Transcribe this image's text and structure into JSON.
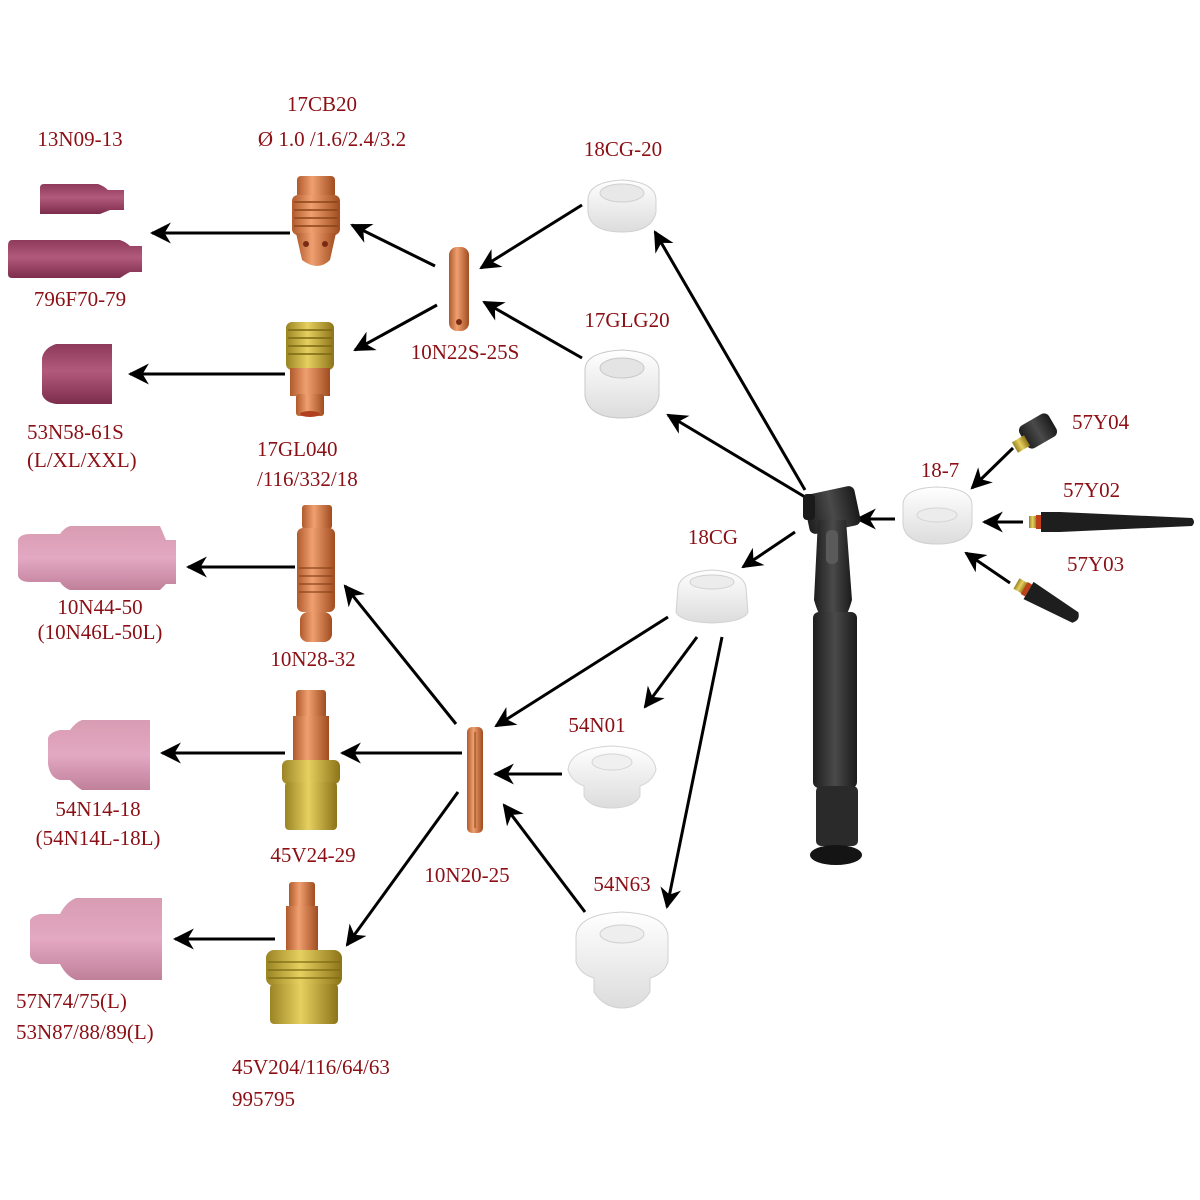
{
  "title": "WP-17/18/26 TIG torch consumables accessory kit diagram",
  "colors": {
    "label": "#8b0f14",
    "arrow": "#000000",
    "ceramic_pink": "#c8849a",
    "ceramic_maroon": "#a24a68",
    "copper": "#d4804f",
    "brass": "#c8b040",
    "white_insulator": "#f2f2f2",
    "torch_black": "#2c2c2c"
  },
  "parts": {
    "cup_13n09": {
      "label": "13N09-13",
      "type": "alumina-cup"
    },
    "cup_796f70": {
      "label": "796F70-79",
      "type": "alumina-cup-long"
    },
    "collet_body_17cb20": {
      "label": "17CB20",
      "sublabel": "Ø 1.0 /1.6/2.4/3.2",
      "type": "collet-body"
    },
    "collet_10n22s": {
      "label": "10N22S-25S",
      "type": "collet"
    },
    "insulator_18cg20": {
      "label": "18CG-20",
      "type": "insulator"
    },
    "insulator_17glg20": {
      "label": "17GLG20",
      "type": "gas-lens-insulator"
    },
    "cup_53n58": {
      "label": "53N58-61S",
      "sublabel": "(L/XL/XXL)",
      "type": "gas-lens-cup"
    },
    "gas_lens_17gl040": {
      "label": "17GL040",
      "sublabel": "/116/332/18",
      "type": "gas-lens"
    },
    "heat_shield_18_7": {
      "label": "18-7",
      "type": "heat-shield"
    },
    "back_cap_57y04": {
      "label": "57Y04",
      "type": "back-cap-short"
    },
    "back_cap_57y02": {
      "label": "57Y02",
      "type": "back-cap-long"
    },
    "back_cap_57y03": {
      "label": "57Y03",
      "type": "back-cap-medium"
    },
    "insulator_18cg": {
      "label": "18CG",
      "type": "insulator"
    },
    "cup_10n44": {
      "label": "10N44-50",
      "sublabel": "(10N46L-50L)",
      "type": "alumina-cup"
    },
    "collet_body_10n28": {
      "label": "10N28-32",
      "type": "collet-body"
    },
    "insulator_54n01": {
      "label": "54N01",
      "type": "insulator"
    },
    "collet_10n20": {
      "label": "10N20-25",
      "type": "collet"
    },
    "cup_54n14": {
      "label": "54N14-18",
      "sublabel": "(54N14L-18L)",
      "type": "gas-lens-cup"
    },
    "gas_lens_45v24": {
      "label": "45V24-29",
      "type": "gas-lens"
    },
    "insulator_54n63": {
      "label": "54N63",
      "type": "large-gas-lens-insulator"
    },
    "cup_57n74": {
      "label": "57N74/75(L)",
      "sublabel": "53N87/88/89(L)",
      "type": "large-gas-lens-cup"
    },
    "gas_lens_45v204": {
      "label": "45V204/116/64/63",
      "sublabel": "995795",
      "type": "large-gas-lens"
    },
    "torch_head": {
      "label": "",
      "type": "tig-torch"
    }
  }
}
